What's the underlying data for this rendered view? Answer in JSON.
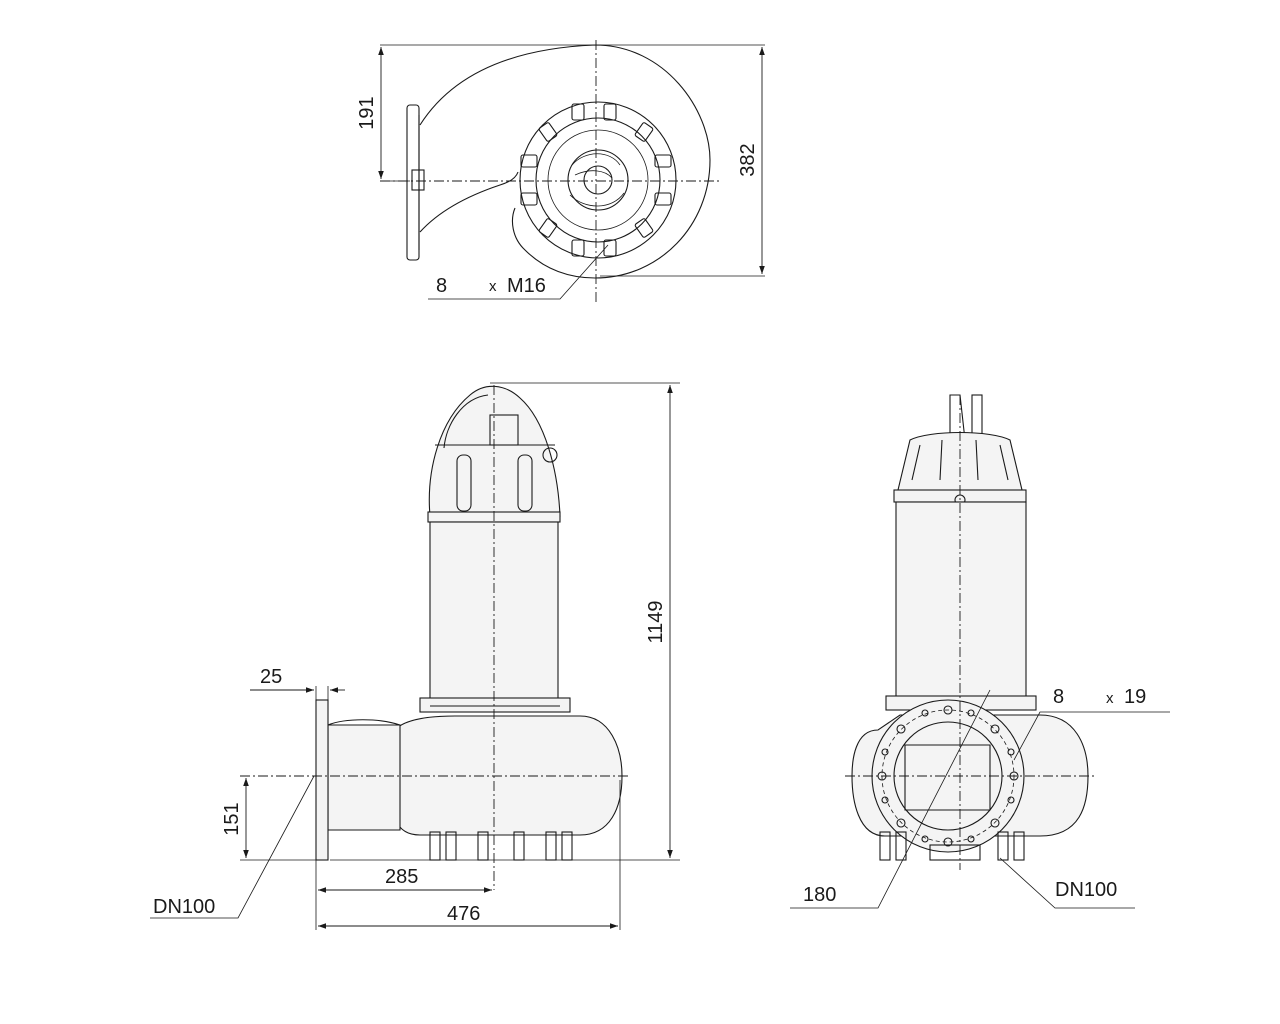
{
  "top_view": {
    "dim_191": "191",
    "dim_382": "382",
    "bolt_count": "8",
    "bolt_x": "x",
    "bolt_size": "M16"
  },
  "front_view": {
    "dim_1149": "1149",
    "dim_25": "25",
    "dim_151": "151",
    "dim_285": "285",
    "dim_476": "476",
    "flange_label": "DN100"
  },
  "side_view": {
    "hole_count": "8",
    "hole_x": "x",
    "hole_size": "19",
    "pcd": "180",
    "flange_label": "DN100"
  }
}
